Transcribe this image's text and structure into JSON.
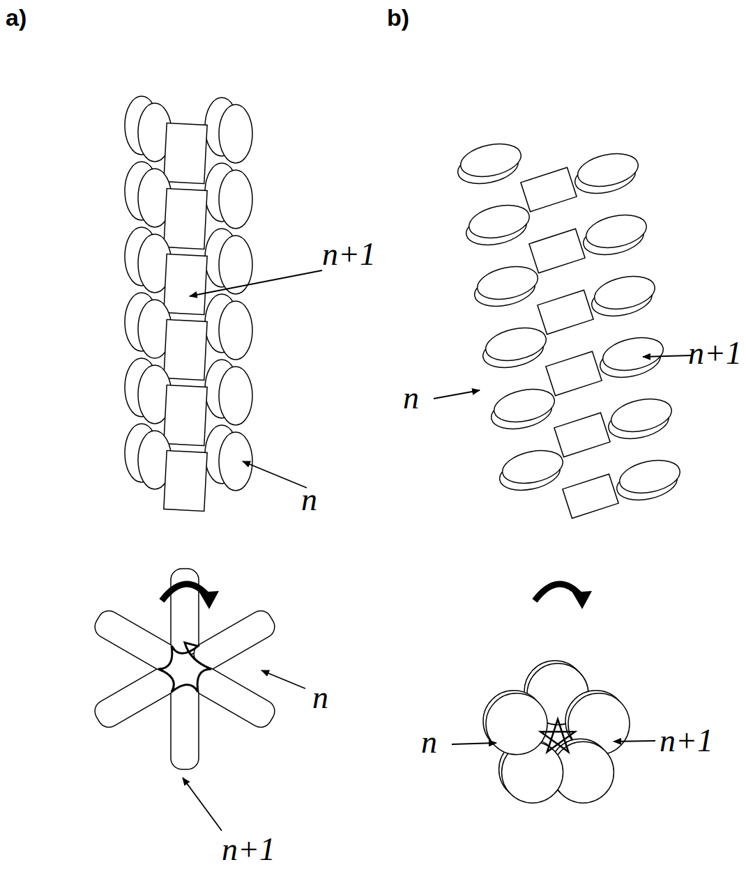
{
  "diagram": {
    "labels": [
      "a)",
      "b)",
      "n+1",
      "n",
      "n+1",
      "n",
      "n",
      "n+1",
      "n",
      "n+1"
    ]
  }
}
